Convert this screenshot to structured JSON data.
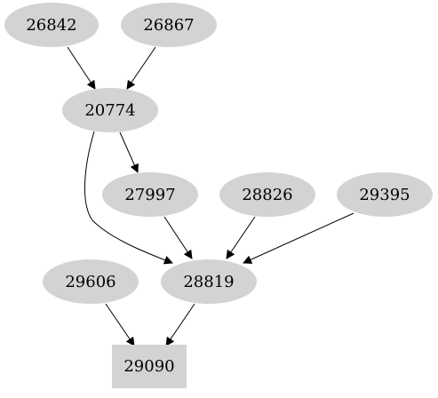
{
  "graph": {
    "nodes": [
      {
        "id": "n26842",
        "label": "26842",
        "shape": "ellipse"
      },
      {
        "id": "n26867",
        "label": "26867",
        "shape": "ellipse"
      },
      {
        "id": "n20774",
        "label": "20774",
        "shape": "ellipse"
      },
      {
        "id": "n27997",
        "label": "27997",
        "shape": "ellipse"
      },
      {
        "id": "n28826",
        "label": "28826",
        "shape": "ellipse"
      },
      {
        "id": "n29395",
        "label": "29395",
        "shape": "ellipse"
      },
      {
        "id": "n29606",
        "label": "29606",
        "shape": "ellipse"
      },
      {
        "id": "n28819",
        "label": "28819",
        "shape": "ellipse"
      },
      {
        "id": "n29090",
        "label": "29090",
        "shape": "box"
      }
    ],
    "edges": [
      {
        "from": "n26842",
        "to": "n20774"
      },
      {
        "from": "n26867",
        "to": "n20774"
      },
      {
        "from": "n20774",
        "to": "n27997"
      },
      {
        "from": "n20774",
        "to": "n28819"
      },
      {
        "from": "n27997",
        "to": "n28819"
      },
      {
        "from": "n28826",
        "to": "n28819"
      },
      {
        "from": "n29395",
        "to": "n28819"
      },
      {
        "from": "n29606",
        "to": "n29090"
      },
      {
        "from": "n28819",
        "to": "n29090"
      }
    ],
    "node_fill": "#d3d3d3",
    "edge_color": "#000000"
  }
}
